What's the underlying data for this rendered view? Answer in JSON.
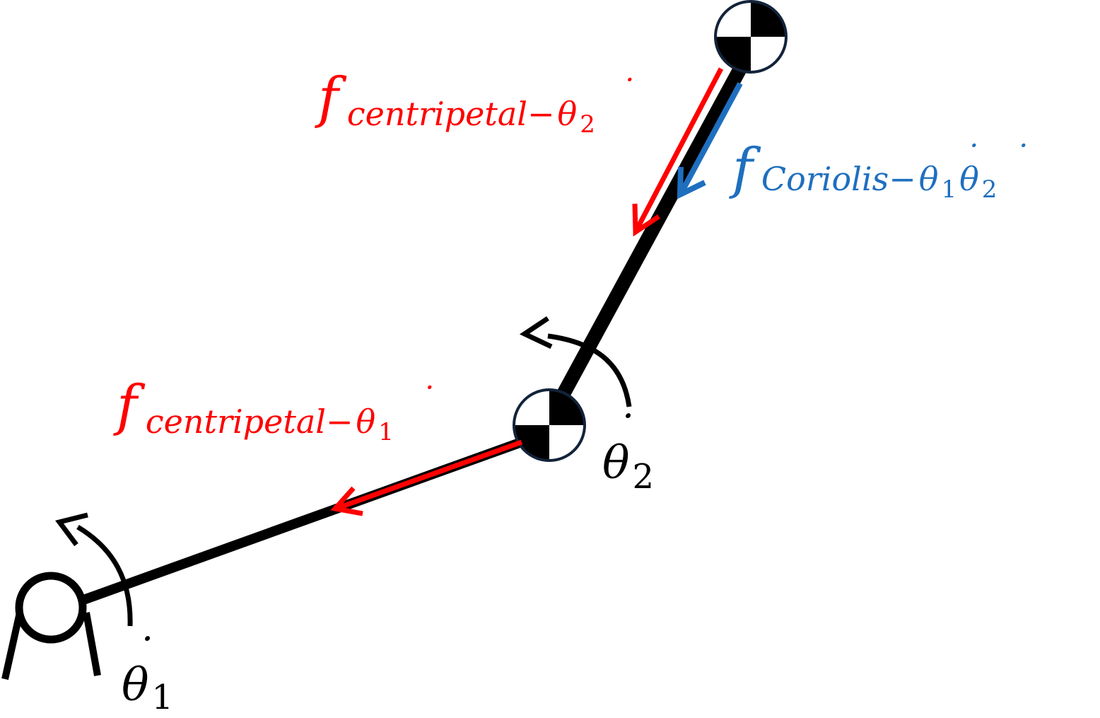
{
  "colors": {
    "link": "#000000",
    "centripetal": "#ff0000",
    "coriolis": "#1f6fbf",
    "background": "#ffffff"
  },
  "icons": {
    "base_joint": "pivot-joint-icon",
    "center_of_mass": "center-of-mass-icon"
  },
  "labels": {
    "theta1_dot": {
      "symbol": "θ",
      "subscript": "1",
      "dot": "˙"
    },
    "theta2_dot": {
      "symbol": "θ",
      "subscript": "2",
      "dot": "˙"
    },
    "f_centripetal_theta2": {
      "symbol": "f",
      "subscript_text": "centripetal−",
      "subscript_symbol": "θ",
      "subscript_index": "2"
    },
    "f_centripetal_theta1": {
      "symbol": "f",
      "subscript_text": "centripetal−",
      "subscript_symbol": "θ",
      "subscript_index": "1"
    },
    "f_coriolis": {
      "symbol": "f",
      "subscript_text": "Coriolis−",
      "subscript_symbol_1": "θ",
      "subscript_index_1": "1",
      "subscript_symbol_2": "θ",
      "subscript_index_2": "2"
    }
  }
}
